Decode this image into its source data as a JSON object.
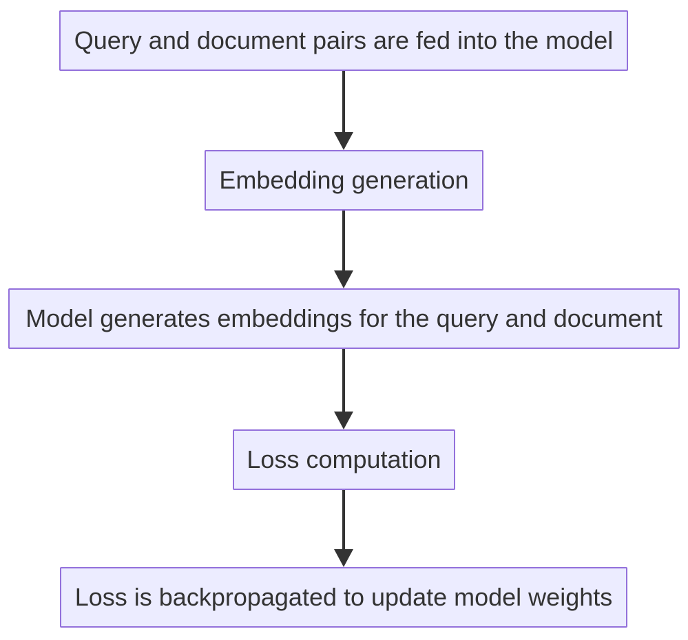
{
  "diagram": {
    "type": "flowchart",
    "direction": "top-down",
    "nodes": [
      {
        "label": "Query and document pairs are fed into the model"
      },
      {
        "label": "Embedding generation"
      },
      {
        "label": "Model generates embeddings for the query and document"
      },
      {
        "label": "Loss computation"
      },
      {
        "label": "Loss is backpropagated to update model weights"
      }
    ],
    "edges": [
      {
        "from": 0,
        "to": 1
      },
      {
        "from": 1,
        "to": 2
      },
      {
        "from": 2,
        "to": 3
      },
      {
        "from": 3,
        "to": 4
      }
    ],
    "colors": {
      "background": "#FFFFFF",
      "node_fill": "#ECECFF",
      "node_border": "#9370DB",
      "text": "#333333",
      "arrow": "#333333"
    }
  }
}
